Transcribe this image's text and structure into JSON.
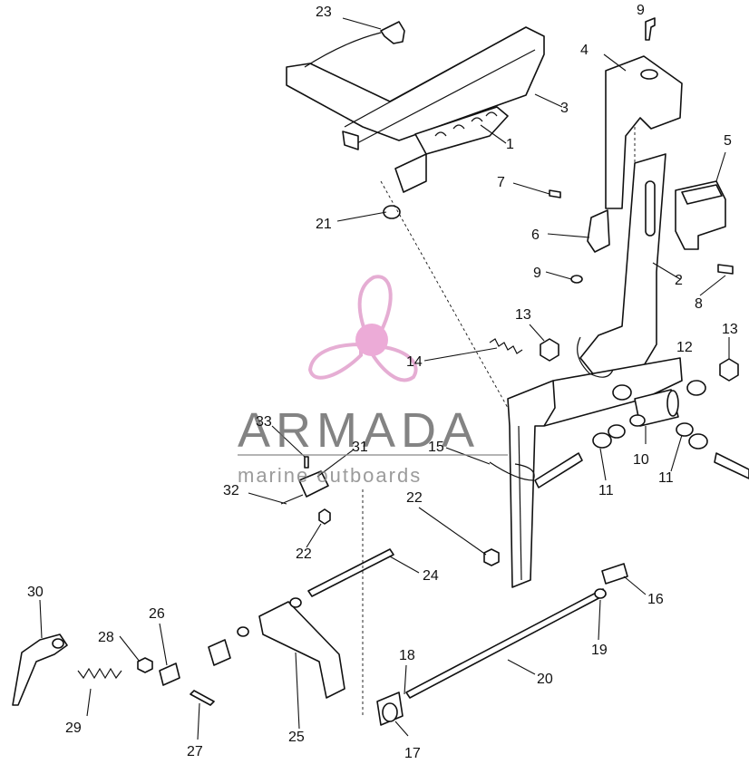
{
  "diagram": {
    "callouts": [
      "1",
      "2",
      "3",
      "4",
      "5",
      "6",
      "7",
      "8",
      "9",
      "9",
      "10",
      "11",
      "11",
      "12",
      "13",
      "13",
      "14",
      "15",
      "16",
      "17",
      "18",
      "19",
      "20",
      "21",
      "22",
      "22",
      "23",
      "24",
      "25",
      "26",
      "27",
      "28",
      "29",
      "30",
      "31",
      "32",
      "33"
    ]
  },
  "watermark": {
    "brand": "ARMADA",
    "tagline": "marine outboards",
    "logo_icon": "propeller-logo-icon",
    "logo_color": "#e3a5cf",
    "logo_hub_color": "#eaa3d3"
  }
}
